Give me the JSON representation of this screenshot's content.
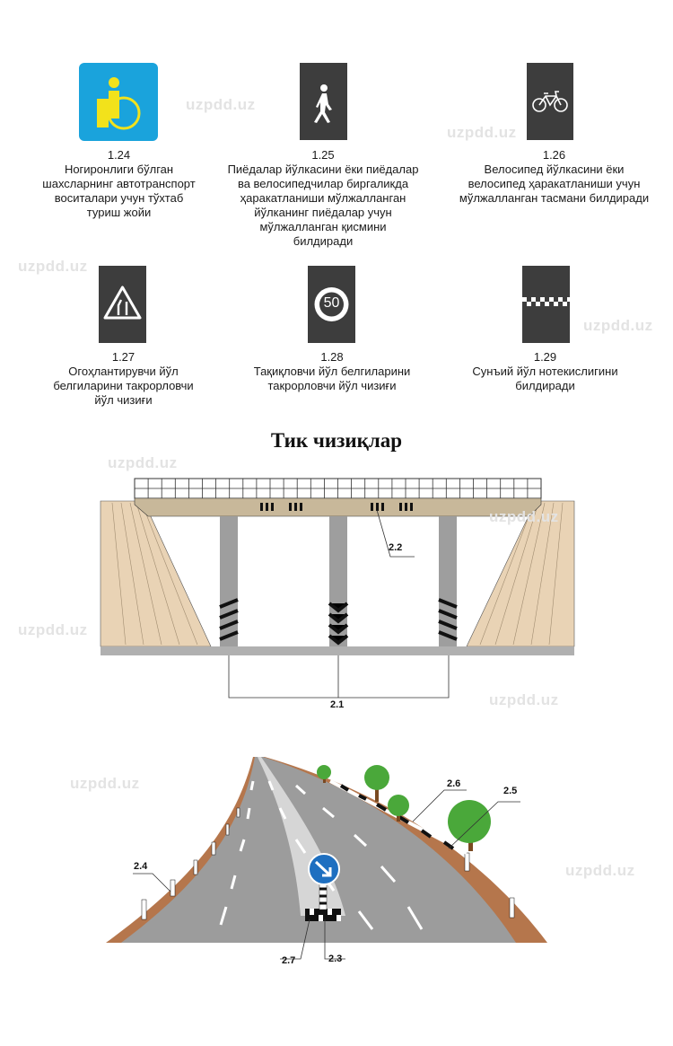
{
  "watermark": "uzpdd.uz",
  "signs": [
    {
      "code": "1.24",
      "lines": [
        "Ногиронлиги бўлган",
        "шахсларнинг автотранспорт",
        "воситалари учун тўхтаб",
        "туриш жойи"
      ],
      "icon": "wheelchair-icon"
    },
    {
      "code": "1.25",
      "lines": [
        "Пиёдалар йўлкасини ёки пиёдалар",
        "ва велосипедчилар биргаликда",
        "ҳаракатланиши мўлжалланган",
        "йўлканинг пиёдалар учун",
        "мўлжалланган қисмини",
        "билдиради"
      ],
      "icon": "pedestrian-icon"
    },
    {
      "code": "1.26",
      "lines": [
        "Велосипед йўлкасини ёки",
        "велосипед ҳаракатланиши учун",
        "мўлжалланган тасмани билдиради"
      ],
      "icon": "bicycle-icon"
    },
    {
      "code": "1.27",
      "lines": [
        "Огоҳлантирувчи йўл",
        "белгиларини такрорловчи",
        "йўл чизиғи"
      ],
      "icon": "warning-triangle-icon"
    },
    {
      "code": "1.28",
      "lines": [
        "Тақиқловчи йўл белгиларини",
        "такрорловчи йўл чизиғи"
      ],
      "icon": "speed-limit-icon",
      "speed": "50"
    },
    {
      "code": "1.29",
      "lines": [
        "Сунъий йўл нотекислигини",
        "билдиради"
      ],
      "icon": "checkered-strip-icon"
    }
  ],
  "section_title": "Тик чизиқлар",
  "bridge_labels": {
    "a": "2.2",
    "b": "2.1"
  },
  "road_labels": {
    "a": "2.4",
    "b": "2.6",
    "c": "2.5",
    "d": "2.7",
    "e": "2.3"
  },
  "colors": {
    "sign_dark": "#3d3d3d",
    "sign_blue": "#1aa3dc",
    "symbol_yellow": "#f2e21b",
    "earth": "#e9d3b5",
    "road": "#9c9c9c",
    "verge": "#b5764c"
  }
}
